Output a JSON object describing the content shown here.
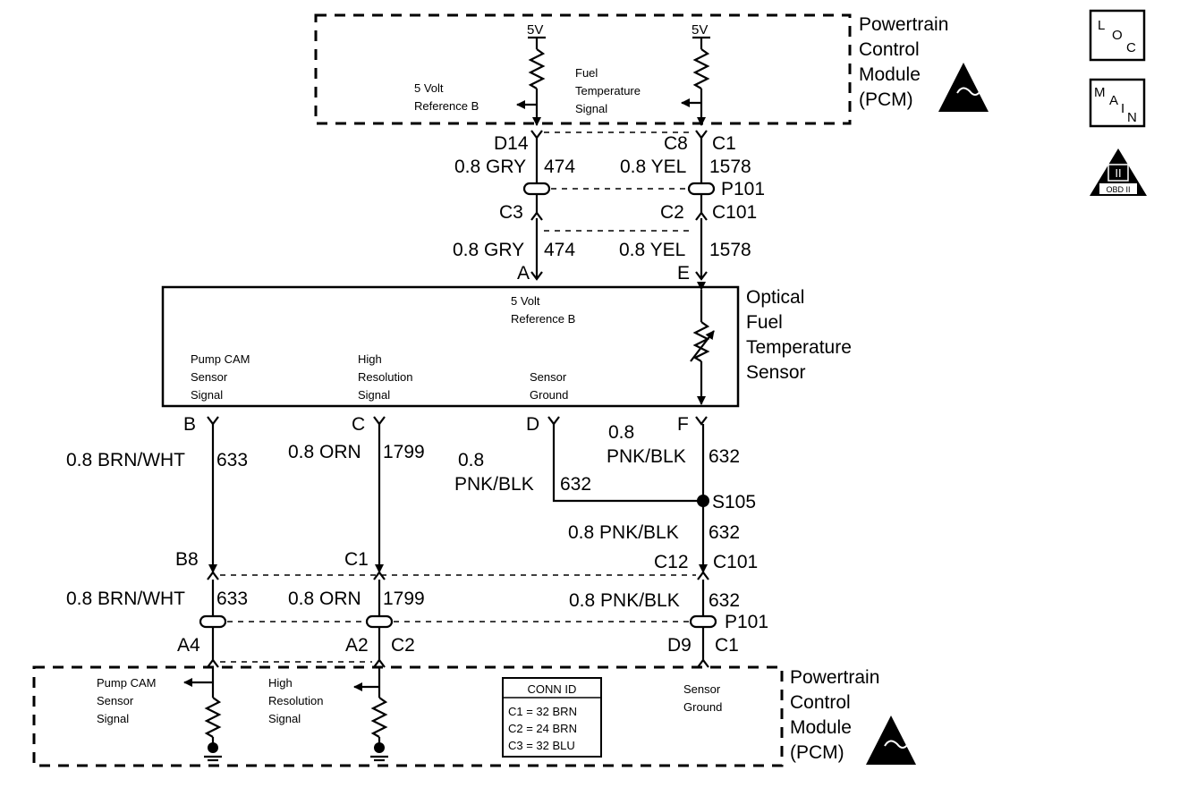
{
  "pcm_top": {
    "name_lines": [
      "Powertrain",
      "Control",
      "Module",
      "(PCM)"
    ],
    "v_left": "5V",
    "v_right": "5V",
    "ref_label": [
      "5 Volt",
      "Reference B"
    ],
    "fuel_temp_label": [
      "Fuel",
      "Temperature",
      "Signal"
    ]
  },
  "connectors_top": {
    "d14": "D14",
    "c8": "C8",
    "c1": "C1",
    "p101": "P101",
    "c3": "C3",
    "c2": "C2",
    "c101": "C101"
  },
  "wires_top": {
    "left_color": "0.8 GRY",
    "left_num": "474",
    "right_color": "0.8 YEL",
    "right_num": "1578"
  },
  "sensor": {
    "name_lines": [
      "Optical",
      "Fuel",
      "Temperature",
      "Sensor"
    ],
    "pin_a": "A",
    "pin_e": "E",
    "pin_b": "B",
    "pin_c": "C",
    "pin_d": "D",
    "pin_f": "F",
    "ref_label": [
      "5 Volt",
      "Reference B"
    ],
    "pump_label": [
      "Pump CAM",
      "Sensor",
      "Signal"
    ],
    "highres_label": [
      "High",
      "Resolution",
      "Signal"
    ],
    "ground_label": [
      "Sensor",
      "Ground"
    ]
  },
  "wires_bottom": {
    "b_color": "0.8 BRN/WHT",
    "b_num": "633",
    "c_color": "0.8 ORN",
    "c_num": "1799",
    "d_color_1": "0.8",
    "d_color_2": "PNK/BLK",
    "d_num": "632",
    "f_color_1": "0.8",
    "f_color_2": "PNK/BLK",
    "f_num": "632",
    "splice": "S105",
    "s_color": "0.8 PNK/BLK",
    "s_num": "632"
  },
  "connectors_bottom": {
    "b8": "B8",
    "c1": "C1",
    "c12": "C12",
    "c101": "C101",
    "p101": "P101",
    "a4": "A4",
    "a2": "A2",
    "c2": "C2",
    "d9": "D9",
    "c1b": "C1"
  },
  "pcm_bottom": {
    "name_lines": [
      "Powertrain",
      "Control",
      "Module",
      "(PCM)"
    ],
    "pump_label": [
      "Pump CAM",
      "Sensor",
      "Signal"
    ],
    "highres_label": [
      "High",
      "Resolution",
      "Signal"
    ],
    "ground_label": [
      "Sensor",
      "Ground"
    ]
  },
  "conn_id": {
    "title": "CONN ID",
    "rows": [
      "C1 = 32 BRN",
      "C2 = 24 BRN",
      "C3 = 32 BLU"
    ]
  },
  "icons": {
    "loc": [
      "L",
      "O",
      "C"
    ],
    "main": [
      "M",
      "A",
      "I",
      "N"
    ],
    "obd": [
      "II",
      "OBD II"
    ]
  }
}
